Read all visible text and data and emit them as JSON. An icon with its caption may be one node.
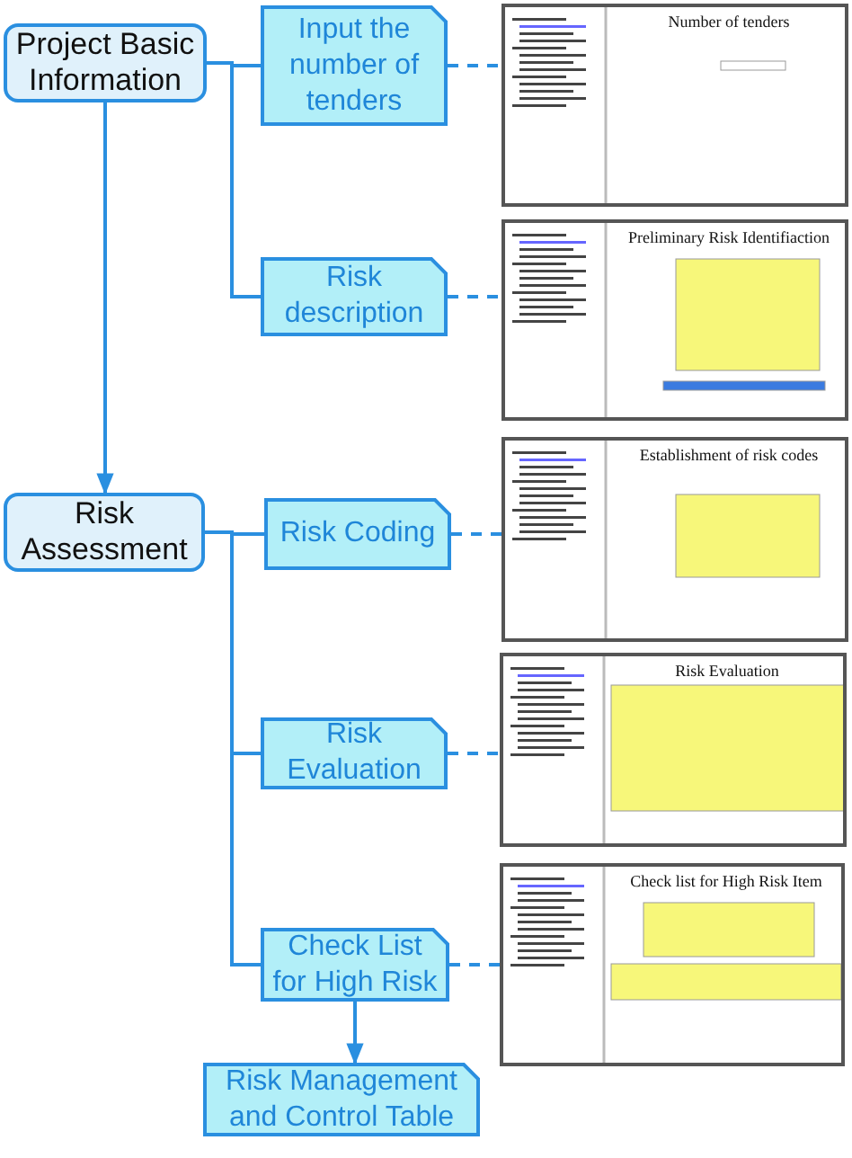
{
  "diagram": {
    "nodes": [
      {
        "text": [
          "Project Basic Information"
        ]
      },
      {
        "text": [
          "Input the number of tenders"
        ]
      },
      {
        "text": [
          "Risk description"
        ]
      },
      {
        "text": [
          "Risk Assessment"
        ]
      },
      {
        "text": [
          "Risk Coding"
        ]
      },
      {
        "text": [
          "Risk Evaluation"
        ]
      },
      {
        "text": [
          "Check List for High Risk"
        ]
      },
      {
        "text": [
          "Risk Management and Control Table"
        ]
      },
      {
        "text": [
          "Number of tenders"
        ]
      },
      {
        "text": [
          "Preliminary Risk Identifiaction"
        ]
      },
      {
        "text": [
          "Establishment of risk codes"
        ]
      },
      {
        "text": [
          "Risk Evaluation"
        ]
      },
      {
        "text": [
          "Check list for High Risk Item"
        ]
      }
    ],
    "edges": [
      {
        "from": 0,
        "to": 3,
        "arrow": "to"
      },
      {
        "from": 0,
        "to": 1,
        "arrow": "none"
      },
      {
        "from": 0,
        "to": 2,
        "arrow": "none"
      },
      {
        "from": 3,
        "to": 4,
        "arrow": "none"
      },
      {
        "from": 3,
        "to": 5,
        "arrow": "none"
      },
      {
        "from": 3,
        "to": 6,
        "arrow": "none"
      },
      {
        "from": 6,
        "to": 7,
        "arrow": "to"
      },
      {
        "from": 1,
        "to": 8,
        "arrow": "none",
        "style": "dashed"
      },
      {
        "from": 2,
        "to": 9,
        "arrow": "none",
        "style": "dashed"
      },
      {
        "from": 4,
        "to": 10,
        "arrow": "none",
        "style": "dashed"
      },
      {
        "from": 5,
        "to": 11,
        "arrow": "none",
        "style": "dashed"
      },
      {
        "from": 6,
        "to": 12,
        "arrow": "none",
        "style": "dashed"
      }
    ]
  }
}
